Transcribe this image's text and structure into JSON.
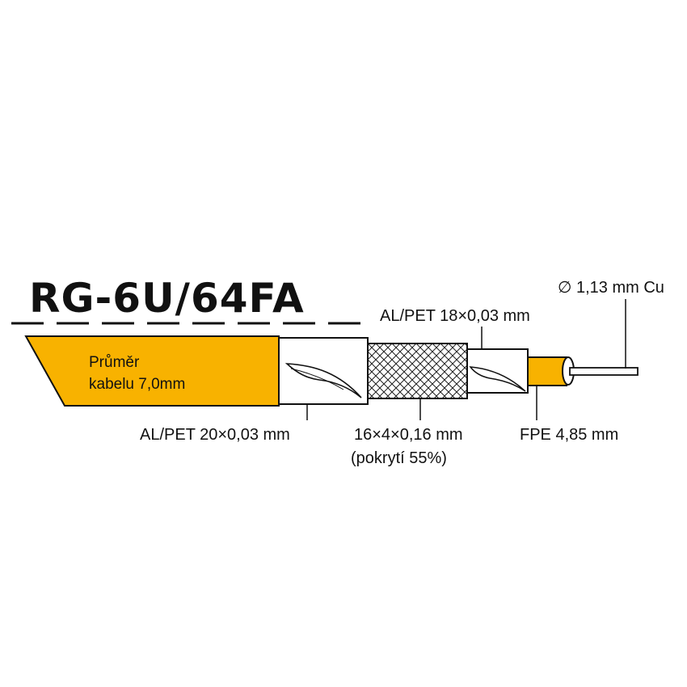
{
  "title": "RG-6U/64FA",
  "colors": {
    "jacket": "#f8b200",
    "dielectric": "#f8b200",
    "outline": "#111111",
    "background": "#ffffff"
  },
  "jacket": {
    "label_line1": "Průměr",
    "label_line2": "kabelu 7,0mm"
  },
  "labels": {
    "outer_foil": "AL/PET 20×0,03 mm",
    "braid_line1": "16×4×0,16 mm",
    "braid_line2": "(pokrytí 55%)",
    "inner_foil": "AL/PET 18×0,03 mm",
    "dielectric": "FPE 4,85 mm",
    "conductor": "∅ 1,13 mm Cu"
  }
}
